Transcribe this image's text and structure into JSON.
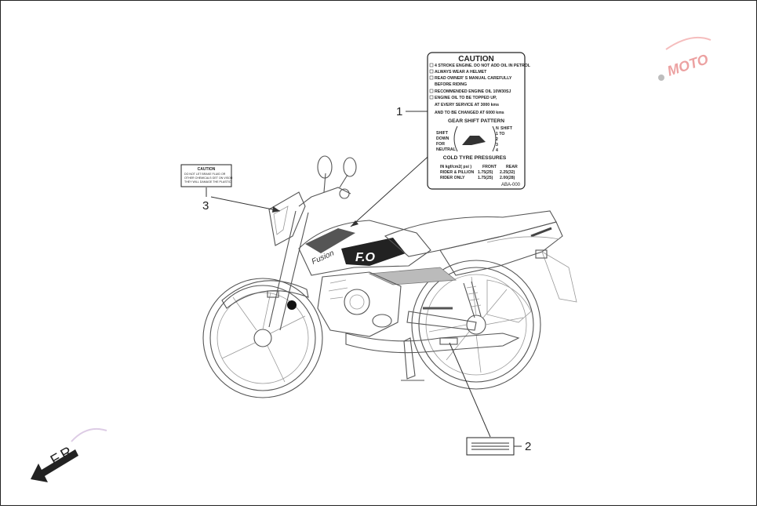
{
  "callouts": [
    "1",
    "2",
    "3"
  ],
  "direction_label": "F.R.",
  "watermark": "MOTO",
  "caution_label_1": {
    "title": "CAUTION",
    "lines": [
      "4 STROKE ENGINE. DO NOT ADD OIL IN PETROL",
      "ALWAYS WEAR A HELMET",
      "READ OWNER' S MANUAL CAREFULLY",
      "BEFORE RIDING",
      "RECOMMENDED ENGINE OIL 10W30SJ",
      "ENGINE OIL TO BE TOPPED UP,",
      "AT EVERY SERVICE AT 3000 kms",
      "AND TO BE CHANGED AT 6000 kms"
    ],
    "gear_title": "GEAR SHIFT PATTERN",
    "gear_left": [
      "SHIFT",
      "DOWN",
      "FOR",
      "NEUTRAL"
    ],
    "gear_right": [
      "SHIFT",
      "1 TO",
      "2",
      "3",
      "4"
    ],
    "gear_numbers": [
      "N"
    ],
    "tyre_title": "COLD TYRE PRESSURES",
    "tyre_header": [
      "IN kgf/cm2( psi )",
      "FRONT",
      "REAR"
    ],
    "tyre_rows": [
      [
        "RIDER & PILLION",
        "1.75(25)",
        "2.25(32)"
      ],
      [
        "RIDER ONLY",
        "1.75(25)",
        "2.00(28)"
      ]
    ],
    "code": "ABA-000"
  },
  "caution_label_3": {
    "title": "CAUTION",
    "lines": [
      "DO NOT LET BRAKE FLUID OR",
      "OTHER CHEMICALS GET ON VISOR",
      "THEY WILL DAMAGE THE PLASTIC"
    ]
  },
  "tank_decal": "Fusion",
  "side_decal": "F.O"
}
